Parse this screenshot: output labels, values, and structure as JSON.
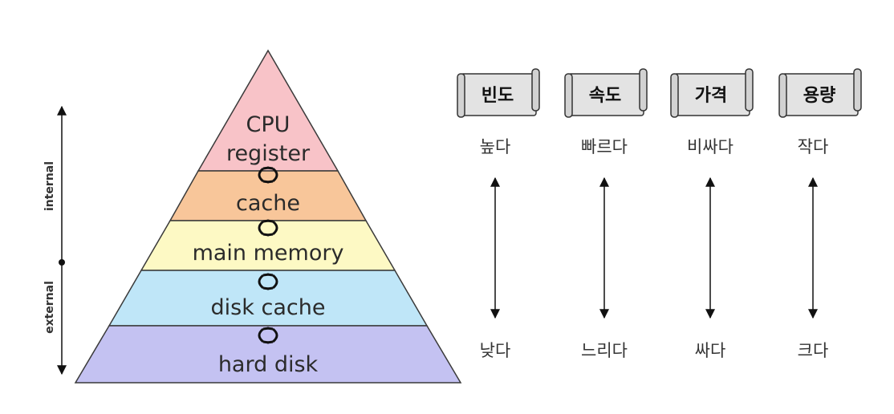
{
  "pyramid": {
    "tiers": [
      {
        "lines": [
          "CPU",
          "register"
        ],
        "color": "#f8c3c8"
      },
      {
        "lines": [
          "cache"
        ],
        "color": "#f8c69a"
      },
      {
        "lines": [
          "main memory"
        ],
        "color": "#fdf9c4"
      },
      {
        "lines": [
          "disk cache"
        ],
        "color": "#bfe6f8"
      },
      {
        "lines": [
          "hard disk"
        ],
        "color": "#c4c2f2"
      }
    ]
  },
  "side": {
    "internal": "internal",
    "external": "external"
  },
  "attributes": [
    {
      "title": "빈도",
      "top": "높다",
      "bottom": "낮다"
    },
    {
      "title": "속도",
      "top": "빠르다",
      "bottom": "느리다"
    },
    {
      "title": "가격",
      "top": "비싸다",
      "bottom": "싸다"
    },
    {
      "title": "용량",
      "top": "작다",
      "bottom": "크다"
    }
  ],
  "colors": {
    "outline": "#3a3a3a",
    "arrow": "#111111",
    "banner_fill": "#e3e3e3"
  }
}
